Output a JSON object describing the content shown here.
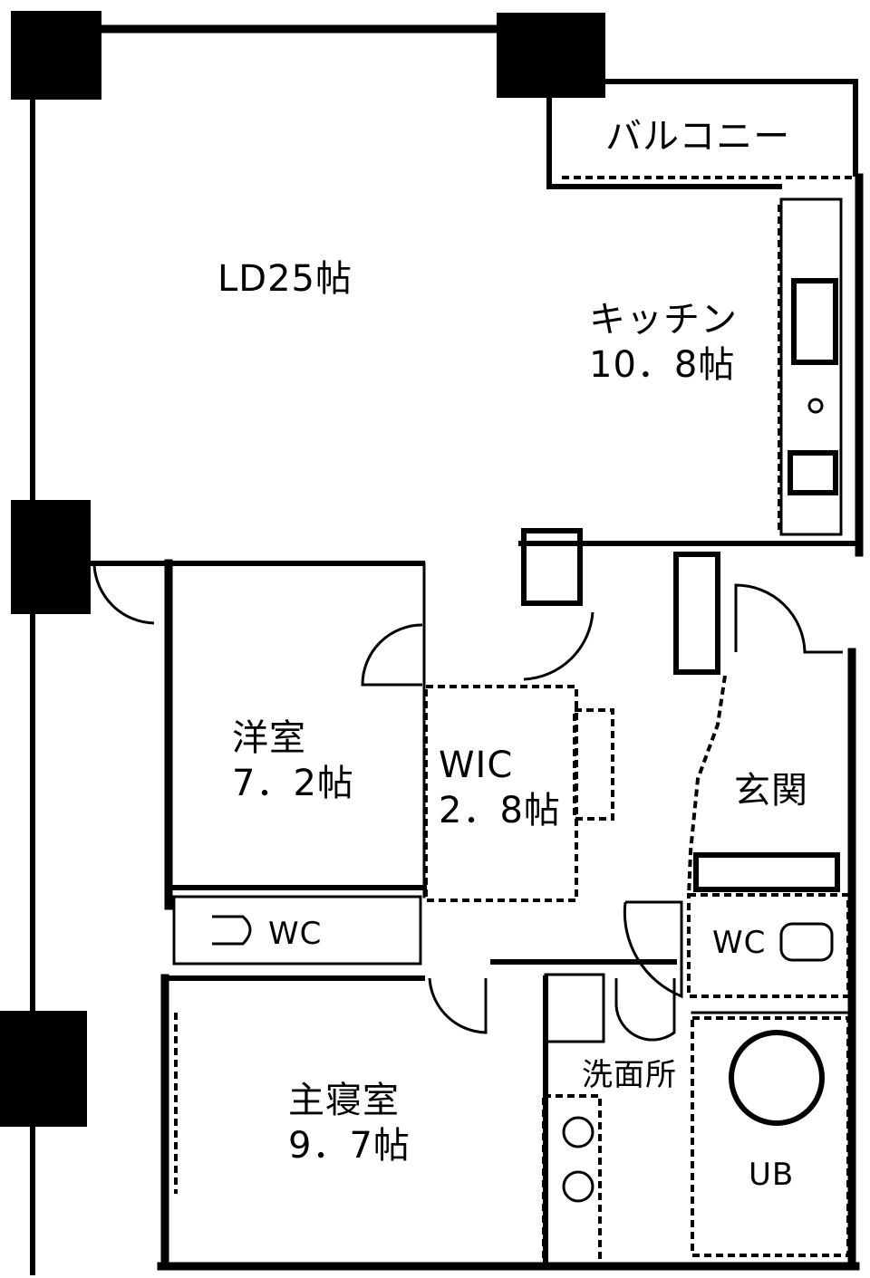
{
  "floor_plan": {
    "colors": {
      "ink": "#000000",
      "paper": "#ffffff"
    },
    "rooms": [
      {
        "id": "ld",
        "name": "LD25帖",
        "size": ""
      },
      {
        "id": "kitchen",
        "name": "キッチン",
        "size": "10．8帖"
      },
      {
        "id": "balcony",
        "name": "バルコニー",
        "size": ""
      },
      {
        "id": "western_room",
        "name": "洋室",
        "size": "7．2帖"
      },
      {
        "id": "wic",
        "name": "WIC",
        "size": "2．8帖"
      },
      {
        "id": "entrance",
        "name": "玄関",
        "size": ""
      },
      {
        "id": "wc_left",
        "name": "WC",
        "size": ""
      },
      {
        "id": "wc_right",
        "name": "WC",
        "size": ""
      },
      {
        "id": "master_bedroom",
        "name": "主寝室",
        "size": "9．7帖"
      },
      {
        "id": "washroom",
        "name": "洗面所",
        "size": ""
      },
      {
        "id": "unit_bath",
        "name": "UB",
        "size": ""
      }
    ]
  }
}
